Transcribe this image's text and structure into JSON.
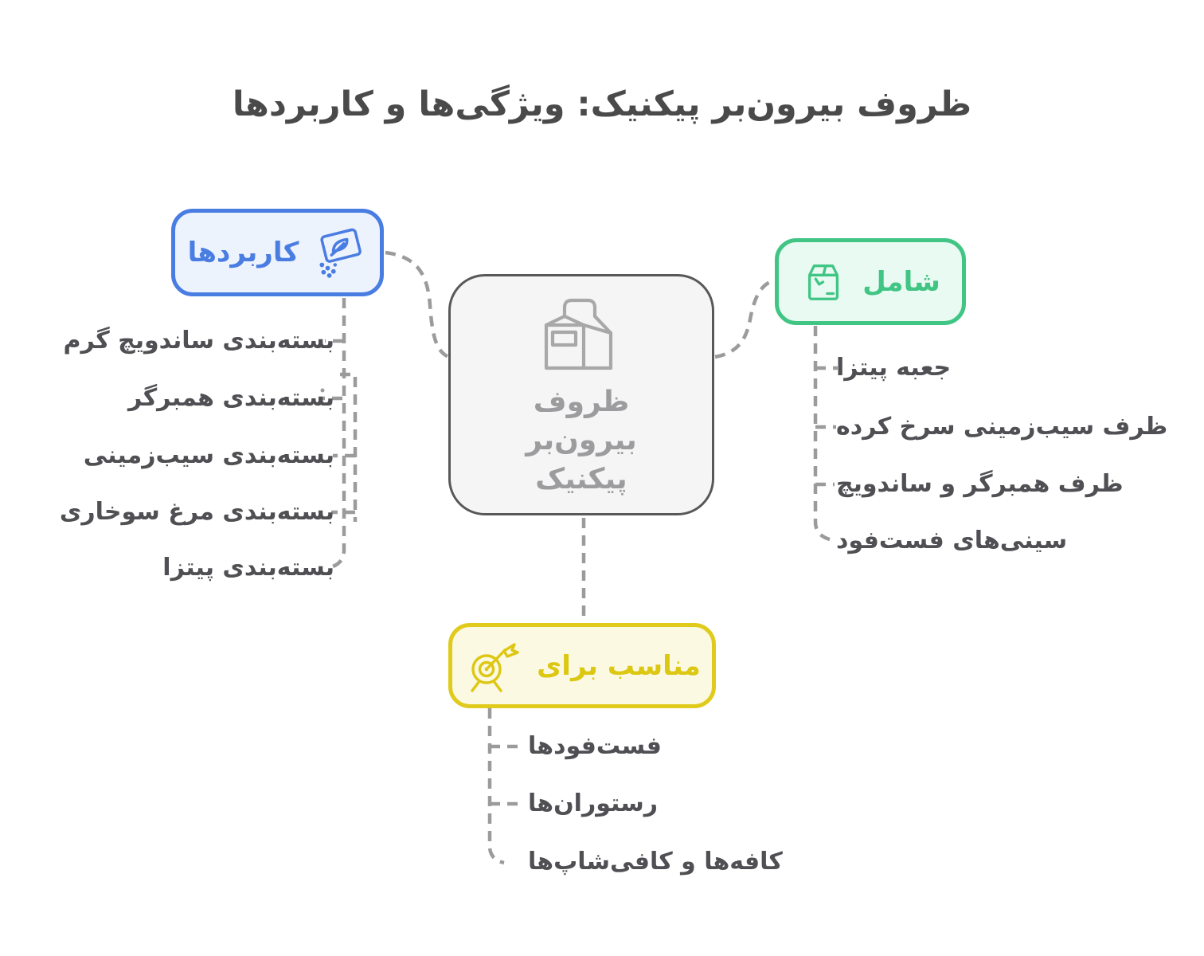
{
  "title": "ظروف بیرون‌بر پیکنیک: ویژگی‌ها و کاربردها",
  "center": {
    "label": "ظروف بیرون‌بر پیکنیک",
    "icon": "takeout-carton-icon"
  },
  "branches": {
    "applications": {
      "label": "کاربردها",
      "icon": "seed-packet-icon",
      "accent": "#4a7de2",
      "fill": "#edf3fd",
      "items": [
        "بسته‌بندی ساندویچ گرم",
        "بسته‌بندی همبرگر",
        "بسته‌بندی سیب‌زمینی",
        "بسته‌بندی مرغ سوخاری",
        "بسته‌بندی پیتزا"
      ]
    },
    "includes": {
      "label": "شامل",
      "icon": "package-box-icon",
      "accent": "#40c584",
      "fill": "#e8faf1",
      "items": [
        "جعبه پیتزا",
        "ظرف سیب‌زمینی سرخ کرده",
        "ظرف همبرگر و ساندویچ",
        "سینی‌های فست‌فود"
      ]
    },
    "suitable_for": {
      "label": "مناسب برای",
      "icon": "target-dart-icon",
      "accent": "#ddc713",
      "fill": "#fcf9e2",
      "items": [
        "فست‌فودها",
        "رستوران‌ها",
        "کافه‌ها و کافی‌شاپ‌ها"
      ]
    }
  },
  "colors": {
    "title_text": "#4a4a4a",
    "item_text": "#505054",
    "center_text": "#9c9c9e",
    "center_border": "#58585a",
    "connector": "#9b9b9b"
  }
}
